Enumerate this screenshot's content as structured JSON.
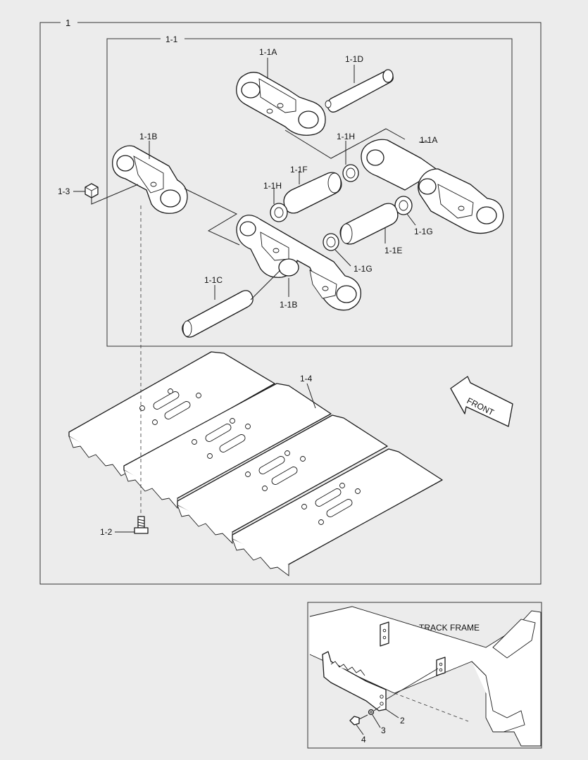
{
  "assembly": {
    "main_callout": "1",
    "sub_callout": "1-1"
  },
  "callouts": {
    "link_a_top": "1-1A",
    "link_a_right": "1-1A",
    "pin_d": "1-1D",
    "link_b_left": "1-1B",
    "link_b_bottom": "1-1B",
    "seal_h_top": "1-1H",
    "seal_h_left": "1-1H",
    "bushing_f": "1-1F",
    "nut": "1-3",
    "seal_g_right": "1-1G",
    "seal_g_lower": "1-1G",
    "bushing_e": "1-1E",
    "pin_c": "1-1C",
    "shoe": "1-4",
    "bolt": "1-2"
  },
  "front_arrow": {
    "label": "FRONT"
  },
  "inset": {
    "title": "TRACK FRAME",
    "callout_guard": "2",
    "callout_washer": "3",
    "callout_bolt": "4"
  }
}
